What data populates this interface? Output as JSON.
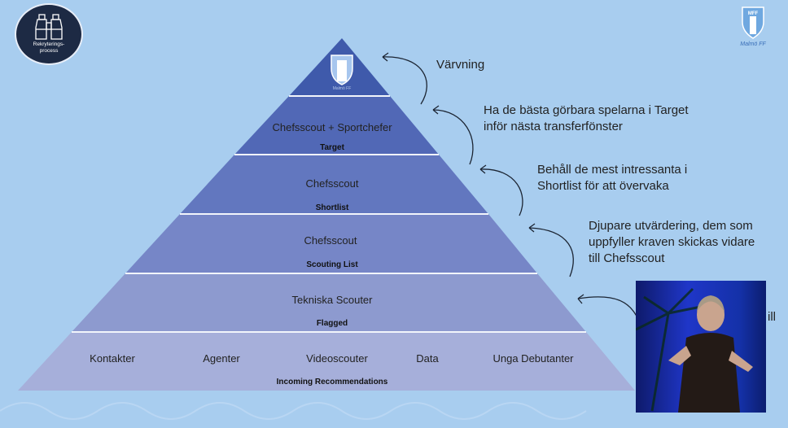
{
  "badge": {
    "label": "Rekryterings-\nprocess",
    "icon": "binoculars-icon"
  },
  "logo": {
    "text": "MFF",
    "name": "Malmö FF"
  },
  "pyramid": {
    "apex_logo_text": "MFF",
    "layers": [
      {
        "title": "Chefsscout + Sportchefer",
        "label": "Target"
      },
      {
        "title": "Chefsscout",
        "label": "Shortlist"
      },
      {
        "title": "Chefsscout",
        "label": "Scouting List"
      },
      {
        "title": "Tekniska Scouter",
        "label": "Flagged"
      }
    ],
    "base": {
      "items": [
        "Kontakter",
        "Agenter",
        "Videoscouter",
        "Data",
        "Unga Debutanter"
      ],
      "label": "Incoming Recommendations"
    },
    "colors": [
      "#3f5aab",
      "#5168b6",
      "#6277bf",
      "#7686c7",
      "#8d9acf",
      "#a6afda"
    ]
  },
  "annotations": [
    "Värvning",
    "Ha de bästa görbara spelarna i Target\ninför nästa transferfönster",
    "Behåll de mest intressanta i\nShortlist för att övervaka",
    "Djupare utvärdering, dem som\nuppfyller kraven skickas vidare\ntill Chefsscout",
    "ill"
  ]
}
